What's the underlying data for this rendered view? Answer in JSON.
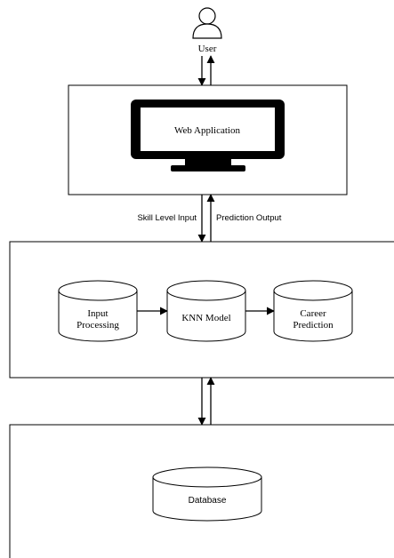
{
  "user": {
    "label": "User"
  },
  "web_app": {
    "label": "Web Application"
  },
  "connections": {
    "up_label": "Skill Level Input",
    "down_label": "Prediction Output"
  },
  "pipeline": {
    "nodes": [
      {
        "line1": "Input",
        "line2": "Processing"
      },
      {
        "line1": "KNN Model",
        "line2": ""
      },
      {
        "line1": "Career",
        "line2": "Prediction"
      }
    ]
  },
  "database": {
    "label": "Database"
  }
}
